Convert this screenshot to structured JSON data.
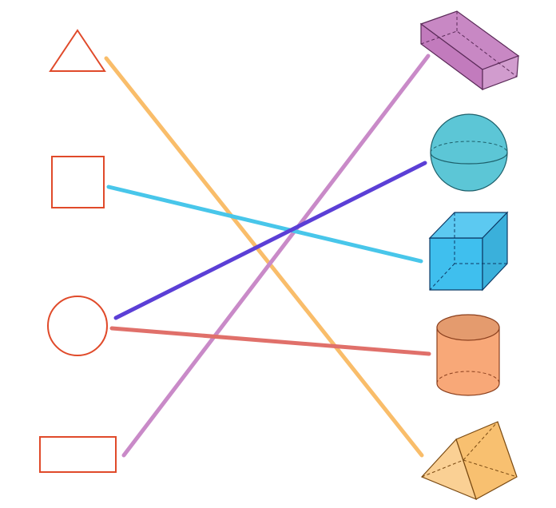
{
  "colors": {
    "outline_2d": "#e04a2a",
    "prism_purple": "#c27bbd",
    "sphere_teal": "#5cc6d6",
    "cube_blue": "#3fbfee",
    "cylinder_orange": "#f8a878",
    "tri_prism_orange": "#f8c070",
    "line_triangle_to_prism": "#f9bd6a",
    "line_square_to_cube": "#48c6ea",
    "line_circle_to_sphere": "#5b3fd6",
    "line_circle_to_cylinder": "#e0706a",
    "line_rectangle_to_box": "#c98ac8"
  },
  "left_shapes": [
    "triangle-icon",
    "square-icon",
    "circle-icon",
    "rectangle-icon"
  ],
  "right_solids": [
    "rectangular-prism-icon",
    "sphere-icon",
    "cube-icon",
    "cylinder-icon",
    "triangular-prism-icon"
  ],
  "connections": [
    {
      "from": "triangle",
      "to": "triangular-prism"
    },
    {
      "from": "square",
      "to": "cube"
    },
    {
      "from": "circle",
      "to": "sphere"
    },
    {
      "from": "circle",
      "to": "cylinder"
    },
    {
      "from": "rectangle",
      "to": "rectangular-prism"
    }
  ]
}
